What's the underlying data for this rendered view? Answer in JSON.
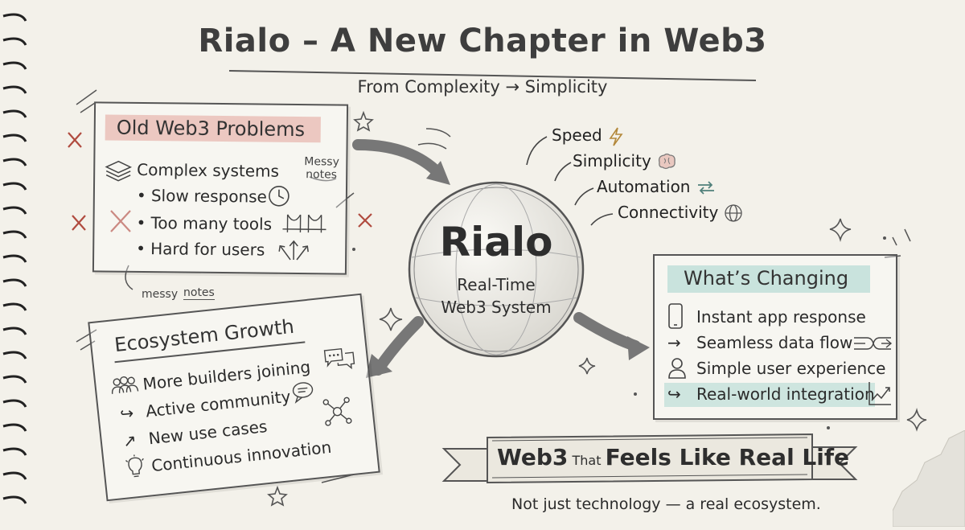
{
  "header": {
    "title": "Rialo – A New Chapter in Web3",
    "subtitle": "From Complexity → Simplicity"
  },
  "old_problems": {
    "heading": "Old Web3 Problems",
    "items": [
      "Complex systems",
      "Slow response",
      "Too many tools",
      "Hard for users"
    ],
    "side_note": [
      "Messy",
      "notes"
    ],
    "bottom_note_a": "messy",
    "bottom_note_b": "notes"
  },
  "center": {
    "name": "Rialo",
    "line1": "Real-Time",
    "line2": "Web3 System"
  },
  "benefits": [
    "Speed",
    "Simplicity",
    "Automation",
    "Connectivity"
  ],
  "whats_changing": {
    "heading": "What’s Changing",
    "items": [
      "Instant app response",
      "Seamless data flow",
      "Simple user experience",
      "Real-world integration"
    ]
  },
  "ecosystem": {
    "heading": "Ecosystem Growth",
    "items": [
      "More builders joining",
      "Active community",
      "New use cases",
      "Continuous innovation"
    ]
  },
  "banner": {
    "part1": "Web3",
    "part2": "That",
    "part3": "Feels Like Real Life"
  },
  "footer": "Not just technology — a real ecosystem.",
  "colors": {
    "red_highlight": "#e8b8b0",
    "teal_highlight": "#b9dcd6",
    "ink": "#3a3a3a"
  }
}
